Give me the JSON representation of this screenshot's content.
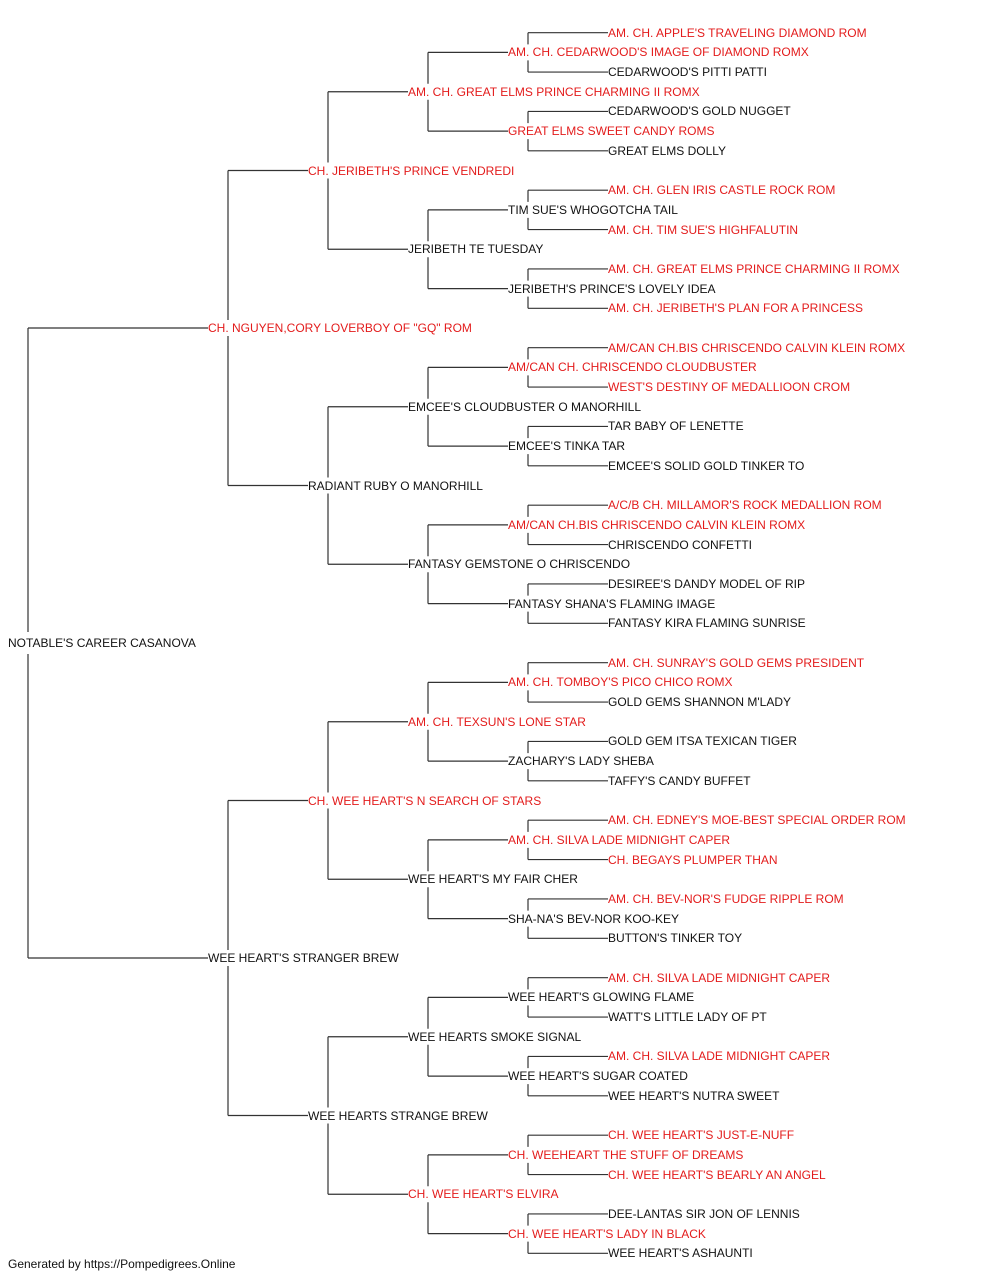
{
  "colors": {
    "champion": "#e31b1b",
    "normal": "#111111",
    "line": "#333333"
  },
  "pedigree": {
    "name": "NOTABLE'S CAREER CASANOVA",
    "ch": false,
    "sire": {
      "name": "CH. NGUYEN,CORY LOVERBOY OF \"GQ\" ROM",
      "ch": true,
      "sire": {
        "name": "CH. JERIBETH'S PRINCE VENDREDI",
        "ch": true,
        "sire": {
          "name": "AM. CH. GREAT ELMS PRINCE CHARMING II ROMX",
          "ch": true,
          "sire": {
            "name": "AM. CH. CEDARWOOD'S IMAGE OF DIAMOND ROMX",
            "ch": true,
            "sire": {
              "name": "AM. CH. APPLE'S TRAVELING DIAMOND ROM",
              "ch": true
            },
            "dam": {
              "name": "CEDARWOOD'S PITTI PATTI",
              "ch": false
            }
          },
          "dam": {
            "name": "GREAT ELMS SWEET CANDY ROMS",
            "ch": true,
            "sire": {
              "name": "CEDARWOOD'S GOLD NUGGET",
              "ch": false
            },
            "dam": {
              "name": "GREAT ELMS DOLLY",
              "ch": false
            }
          }
        },
        "dam": {
          "name": "JERIBETH TE TUESDAY",
          "ch": false,
          "sire": {
            "name": "TIM SUE'S WHOGOTCHA TAIL",
            "ch": false,
            "sire": {
              "name": "AM. CH. GLEN IRIS CASTLE ROCK ROM",
              "ch": true
            },
            "dam": {
              "name": "AM. CH. TIM SUE'S HIGHFALUTIN",
              "ch": true
            }
          },
          "dam": {
            "name": "JERIBETH'S PRINCE'S LOVELY IDEA",
            "ch": false,
            "sire": {
              "name": "AM. CH. GREAT ELMS PRINCE CHARMING II ROMX",
              "ch": true
            },
            "dam": {
              "name": "AM. CH. JERIBETH'S PLAN FOR A PRINCESS",
              "ch": true
            }
          }
        }
      },
      "dam": {
        "name": "RADIANT RUBY O MANORHILL",
        "ch": false,
        "sire": {
          "name": "EMCEE'S CLOUDBUSTER O MANORHILL",
          "ch": false,
          "sire": {
            "name": "AM/CAN CH. CHRISCENDO CLOUDBUSTER",
            "ch": true,
            "sire": {
              "name": "AM/CAN CH.BIS CHRISCENDO CALVIN KLEIN ROMX",
              "ch": true
            },
            "dam": {
              "name": "WEST'S DESTINY OF MEDALLIOON CROM",
              "ch": true
            }
          },
          "dam": {
            "name": "EMCEE'S TINKA TAR",
            "ch": false,
            "sire": {
              "name": "TAR BABY OF LENETTE",
              "ch": false
            },
            "dam": {
              "name": "EMCEE'S SOLID GOLD TINKER TO",
              "ch": false
            }
          }
        },
        "dam": {
          "name": "FANTASY GEMSTONE O CHRISCENDO",
          "ch": false,
          "sire": {
            "name": "AM/CAN CH.BIS CHRISCENDO CALVIN KLEIN ROMX",
            "ch": true,
            "sire": {
              "name": "A/C/B CH. MILLAMOR'S ROCK MEDALLION ROM",
              "ch": true
            },
            "dam": {
              "name": "CHRISCENDO CONFETTI",
              "ch": false
            }
          },
          "dam": {
            "name": "FANTASY SHANA'S FLAMING IMAGE",
            "ch": false,
            "sire": {
              "name": "DESIREE'S DANDY MODEL OF RIP",
              "ch": false
            },
            "dam": {
              "name": "FANTASY KIRA FLAMING SUNRISE",
              "ch": false
            }
          }
        }
      }
    },
    "dam": {
      "name": "WEE HEART'S STRANGER BREW",
      "ch": false,
      "sire": {
        "name": "CH. WEE HEART'S N SEARCH OF STARS",
        "ch": true,
        "sire": {
          "name": "AM. CH. TEXSUN'S LONE STAR",
          "ch": true,
          "sire": {
            "name": "AM. CH. TOMBOY'S PICO CHICO ROMX",
            "ch": true,
            "sire": {
              "name": "AM. CH. SUNRAY'S GOLD GEMS PRESIDENT",
              "ch": true
            },
            "dam": {
              "name": "GOLD GEMS SHANNON M'LADY",
              "ch": false
            }
          },
          "dam": {
            "name": "ZACHARY'S LADY SHEBA",
            "ch": false,
            "sire": {
              "name": "GOLD GEM ITSA TEXICAN TIGER",
              "ch": false
            },
            "dam": {
              "name": "TAFFY'S CANDY BUFFET",
              "ch": false
            }
          }
        },
        "dam": {
          "name": "WEE HEART'S MY FAIR CHER",
          "ch": false,
          "sire": {
            "name": "AM. CH. SILVA LADE MIDNIGHT CAPER",
            "ch": true,
            "sire": {
              "name": "AM. CH. EDNEY'S MOE-BEST SPECIAL ORDER ROM",
              "ch": true
            },
            "dam": {
              "name": "CH. BEGAYS PLUMPER THAN",
              "ch": true
            }
          },
          "dam": {
            "name": "SHA-NA'S BEV-NOR KOO-KEY",
            "ch": false,
            "sire": {
              "name": "AM. CH. BEV-NOR'S FUDGE RIPPLE ROM",
              "ch": true
            },
            "dam": {
              "name": "BUTTON'S TINKER TOY",
              "ch": false
            }
          }
        }
      },
      "dam": {
        "name": "WEE HEARTS STRANGE BREW",
        "ch": false,
        "sire": {
          "name": "WEE HEARTS SMOKE SIGNAL",
          "ch": false,
          "sire": {
            "name": "WEE HEART'S GLOWING FLAME",
            "ch": false,
            "sire": {
              "name": "AM. CH. SILVA LADE MIDNIGHT CAPER",
              "ch": true
            },
            "dam": {
              "name": "WATT'S LITTLE LADY OF PT",
              "ch": false
            }
          },
          "dam": {
            "name": "WEE HEART'S SUGAR COATED",
            "ch": false,
            "sire": {
              "name": "AM. CH. SILVA LADE MIDNIGHT CAPER",
              "ch": true
            },
            "dam": {
              "name": "WEE HEART'S NUTRA SWEET",
              "ch": false
            }
          }
        },
        "dam": {
          "name": "CH. WEE HEART'S ELVIRA",
          "ch": true,
          "sire": {
            "name": "CH. WEEHEART THE STUFF OF DREAMS",
            "ch": true,
            "sire": {
              "name": "CH. WEE HEART'S JUST-E-NUFF",
              "ch": true
            },
            "dam": {
              "name": "CH. WEE HEART'S BEARLY AN ANGEL",
              "ch": true
            }
          },
          "dam": {
            "name": "CH. WEE HEART'S LADY IN BLACK",
            "ch": true,
            "sire": {
              "name": "DEE-LANTAS SIR JON OF LENNIS",
              "ch": false
            },
            "dam": {
              "name": "WEE HEART'S ASHAUNTI",
              "ch": false
            }
          }
        }
      }
    }
  },
  "footer": "Generated by https://Pompedigrees.Online"
}
